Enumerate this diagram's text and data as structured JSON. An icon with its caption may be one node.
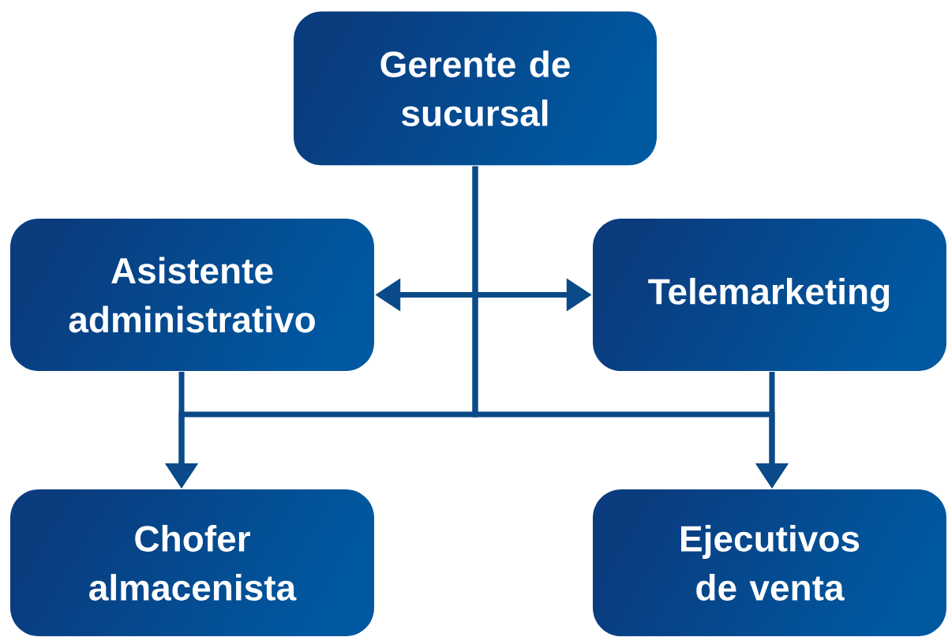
{
  "diagram": {
    "nodes": [
      {
        "text": [
          "Gerente de sucursal"
        ]
      },
      {
        "text": [
          "Asistente administrativo"
        ]
      },
      {
        "text": [
          "Telemarketing"
        ]
      },
      {
        "text": [
          "Chofer almacenista"
        ]
      },
      {
        "text": [
          "Ejecutivos de venta"
        ]
      }
    ],
    "edges": [
      {
        "from": 0,
        "to": 3,
        "arrow": "to"
      },
      {
        "from": 0,
        "to": 4,
        "arrow": "to"
      },
      {
        "from": 1,
        "to": 3,
        "arrow": "to"
      },
      {
        "from": 2,
        "to": 4,
        "arrow": "to"
      },
      {
        "from": 1,
        "to": 2,
        "arrow": "both"
      }
    ]
  }
}
